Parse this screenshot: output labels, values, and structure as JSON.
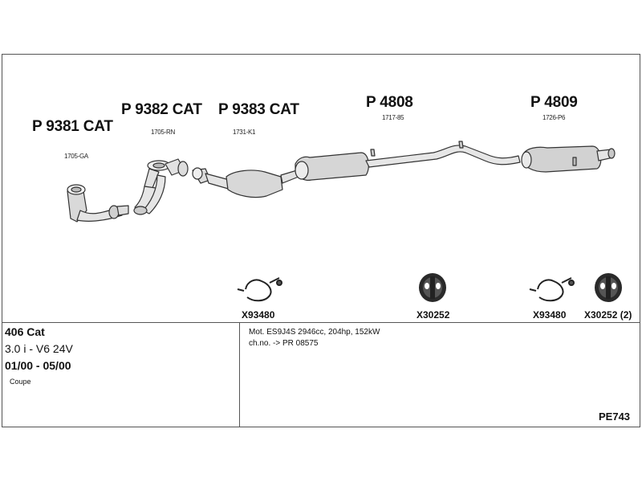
{
  "parts": [
    {
      "number": "P 9381 CAT",
      "code": "1705-GA"
    },
    {
      "number": "P 9382 CAT",
      "code": "1705-RN"
    },
    {
      "number": "P 9383 CAT",
      "code": "1731-K1"
    },
    {
      "number": "P 4808",
      "code": "1717-85"
    },
    {
      "number": "P 4809",
      "code": "1726-P6"
    }
  ],
  "accessories": [
    {
      "code": "X93480",
      "icon": "clamp-icon"
    },
    {
      "code": "X30252",
      "icon": "rubber-mount-icon"
    },
    {
      "code": "X93480",
      "icon": "clamp-icon"
    },
    {
      "code": "X30252 (2)",
      "icon": "rubber-mount-icon"
    }
  ],
  "vehicle": {
    "model": "406 Cat",
    "engine": "3.0 i - V6 24V",
    "years": "01/00 - 05/00",
    "body": "Coupe"
  },
  "notes": {
    "motor": "Mot. ES9J4S 2946cc, 204hp, 152kW",
    "chassis": "ch.no. -> PR 08575"
  },
  "system_code": "PE743"
}
